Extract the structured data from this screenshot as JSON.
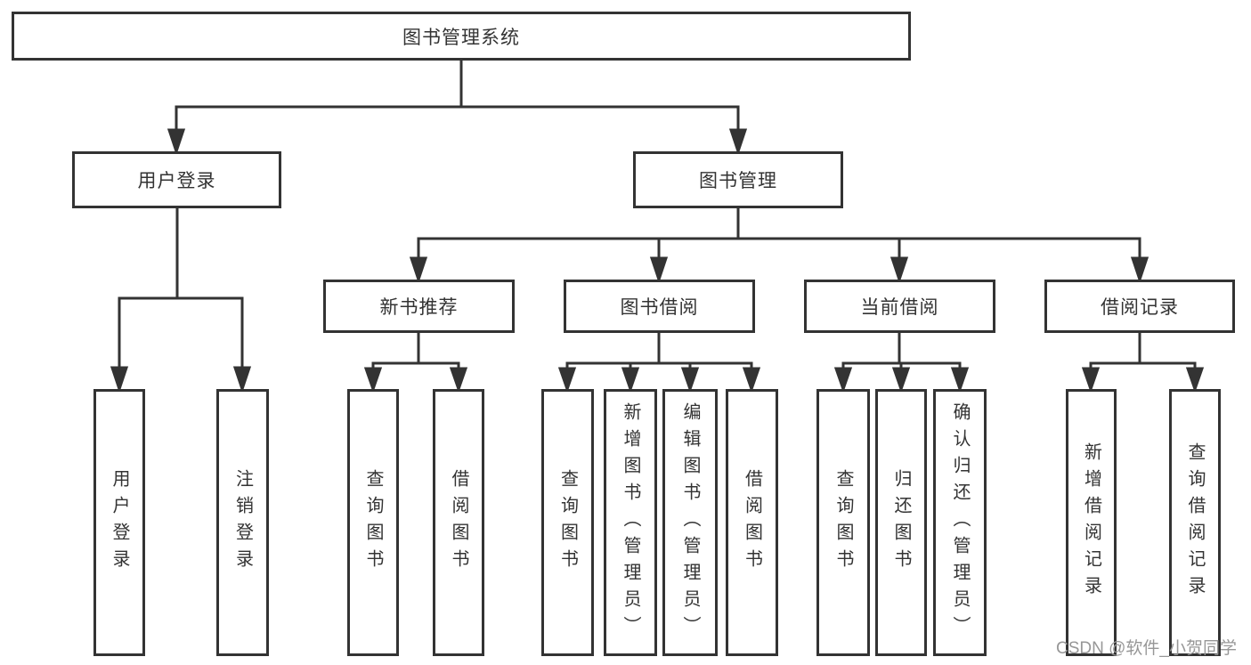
{
  "diagram": {
    "title": "图书管理系统",
    "root": {
      "label": "图书管理系统"
    },
    "level2": [
      {
        "label": "用户登录"
      },
      {
        "label": "图书管理"
      }
    ],
    "level3": [
      {
        "label": "新书推荐"
      },
      {
        "label": "图书借阅"
      },
      {
        "label": "当前借阅"
      },
      {
        "label": "借阅记录"
      }
    ],
    "leaves": [
      {
        "label": "用户登录",
        "parent": "用户登录"
      },
      {
        "label": "注销登录",
        "parent": "用户登录"
      },
      {
        "label": "查询图书",
        "parent": "新书推荐"
      },
      {
        "label": "借阅图书",
        "parent": "新书推荐"
      },
      {
        "label": "查询图书",
        "parent": "图书借阅"
      },
      {
        "label": "新增图书（管理员）",
        "parent": "图书借阅"
      },
      {
        "label": "编辑图书（管理员）",
        "parent": "图书借阅"
      },
      {
        "label": "借阅图书",
        "parent": "图书借阅"
      },
      {
        "label": "查询图书",
        "parent": "当前借阅"
      },
      {
        "label": "归还图书",
        "parent": "当前借阅"
      },
      {
        "label": "确认归还（管理员）",
        "parent": "当前借阅"
      },
      {
        "label": "新增借阅记录",
        "parent": "借阅记录"
      },
      {
        "label": "查询借阅记录",
        "parent": "借阅记录"
      }
    ]
  },
  "watermark": {
    "text": "CSDN @软件_小贺同学"
  },
  "colors": {
    "line": "#333333",
    "box_border": "#333333",
    "text": "#333333",
    "watermark": "#979797",
    "background": "#ffffff"
  }
}
